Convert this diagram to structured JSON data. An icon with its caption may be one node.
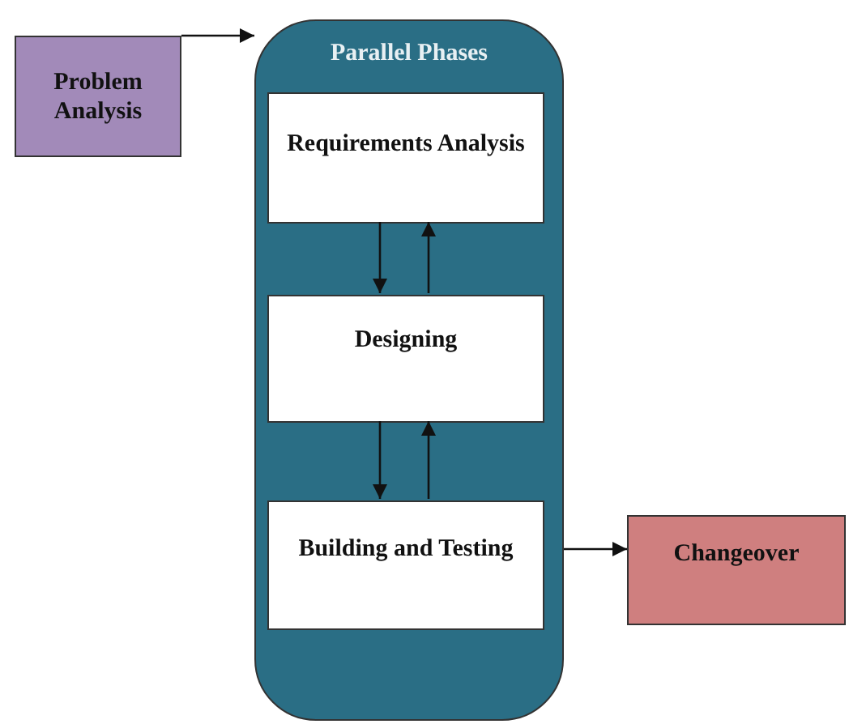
{
  "diagram": {
    "nodes": [
      {
        "text": [
          "Problem Analysis"
        ]
      },
      {
        "text": [
          "Parallel Phases"
        ]
      },
      {
        "text": [
          "Requirements Analysis"
        ],
        "in": 1
      },
      {
        "text": [
          "Designing"
        ],
        "in": 1
      },
      {
        "text": [
          "Building and Testing"
        ],
        "in": 1
      },
      {
        "text": [
          "Changeover"
        ]
      }
    ],
    "edges": [
      {
        "from": 0,
        "to": 1,
        "arrow": "to"
      },
      {
        "from": 2,
        "to": 3,
        "arrow": "to"
      },
      {
        "from": 3,
        "to": 2,
        "arrow": "to"
      },
      {
        "from": 3,
        "to": 4,
        "arrow": "to"
      },
      {
        "from": 4,
        "to": 3,
        "arrow": "to"
      },
      {
        "from": 1,
        "to": 5,
        "arrow": "to"
      }
    ]
  }
}
